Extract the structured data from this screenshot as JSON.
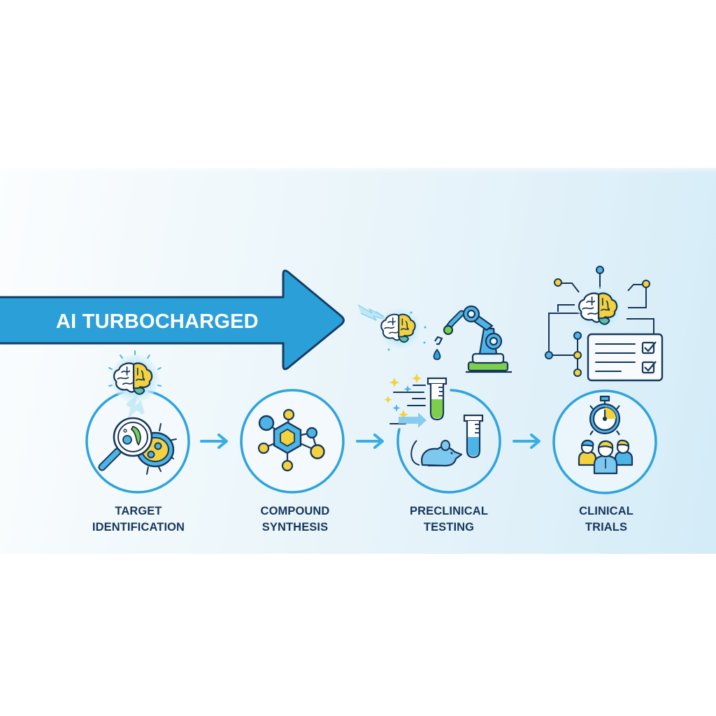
{
  "banner": {
    "label": "AI TURBOCHARGED",
    "color": "#2a9fd8",
    "outline": "#123e66"
  },
  "stages": [
    {
      "line1": "TARGET",
      "line2": "IDENTIFICATION",
      "icon": "magnifier-cell-brain-icon"
    },
    {
      "line1": "COMPOUND",
      "line2": "SYNTHESIS",
      "icon": "molecule-icon"
    },
    {
      "line1": "PRECLINICAL",
      "line2": "TESTING",
      "icon": "mouse-test-tube-icon"
    },
    {
      "line1": "CLINICAL",
      "line2": "TRIALS",
      "icon": "stopwatch-people-icon"
    }
  ],
  "extras": [
    {
      "icon": "ai-brain-icon"
    },
    {
      "icon": "robotic-arm-icon"
    },
    {
      "icon": "brain-network-checklist-icon"
    }
  ],
  "colors": {
    "circle_stroke": "#2fa3dc",
    "text_dark": "#16375c",
    "accent_yellow": "#f3d23c",
    "accent_green": "#7ccf4a",
    "accent_blue": "#4db4e6",
    "light_blue": "#bfe5f5"
  }
}
